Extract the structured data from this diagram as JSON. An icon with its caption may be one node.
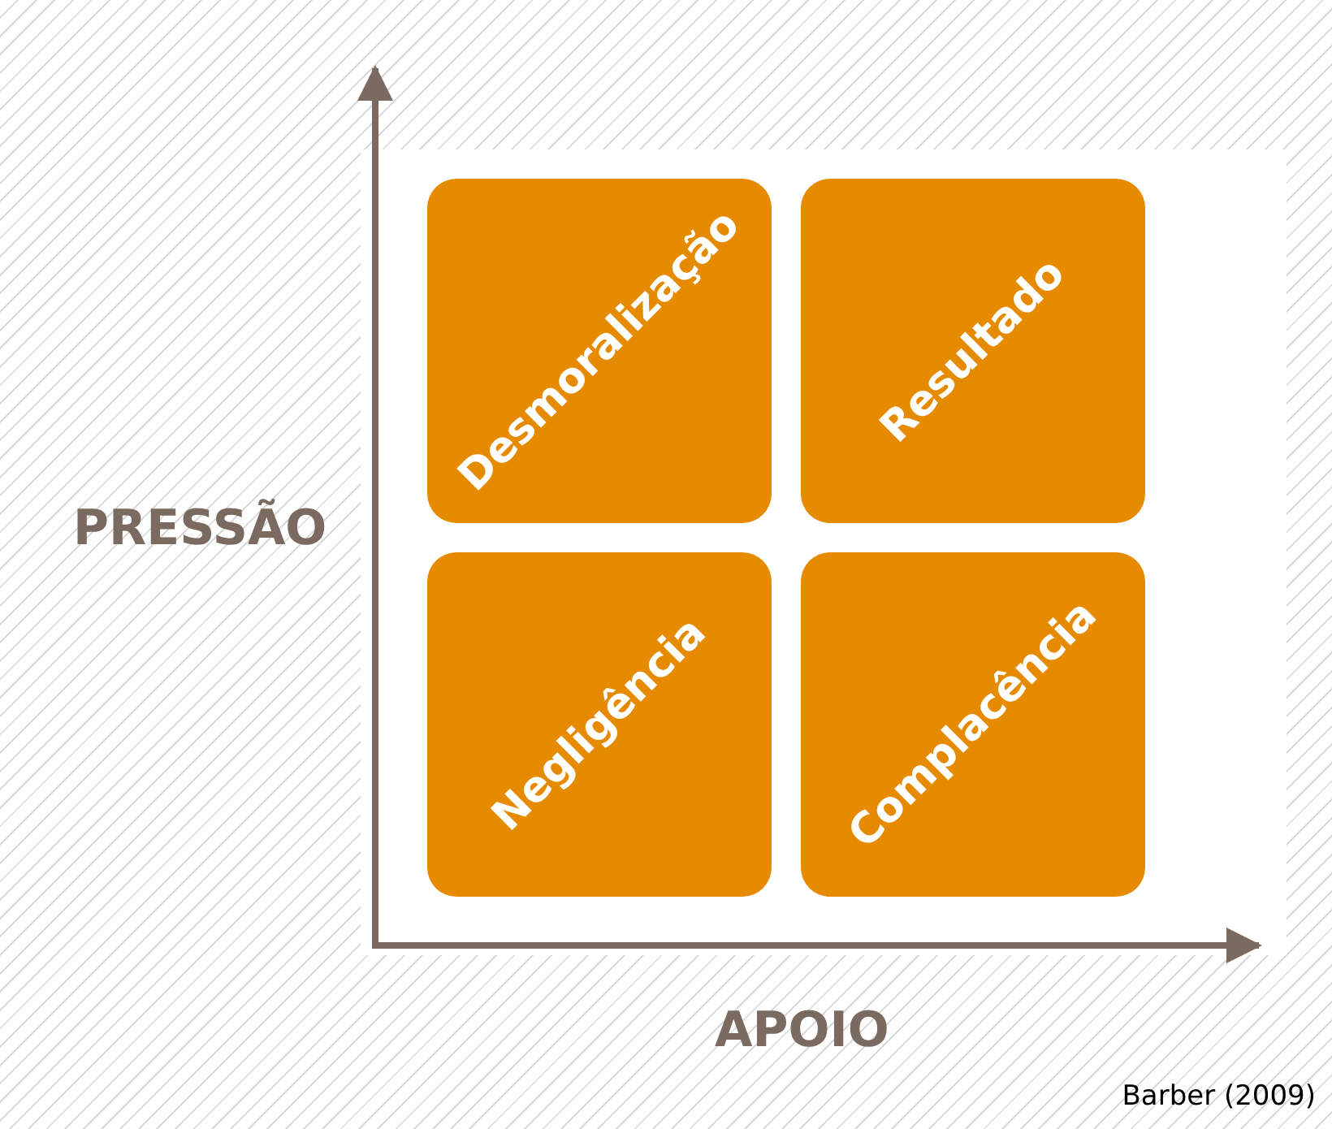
{
  "diagram": {
    "caption": "Barber (2009)",
    "nodes": [
      {
        "text": [
          "Desmoralização"
        ]
      },
      {
        "text": [
          "Resultado"
        ]
      },
      {
        "text": [
          "Negligência"
        ]
      },
      {
        "text": [
          "Complacência"
        ]
      }
    ],
    "edges": [],
    "labels": [
      "PRESSÃO",
      "APOIO"
    ]
  }
}
